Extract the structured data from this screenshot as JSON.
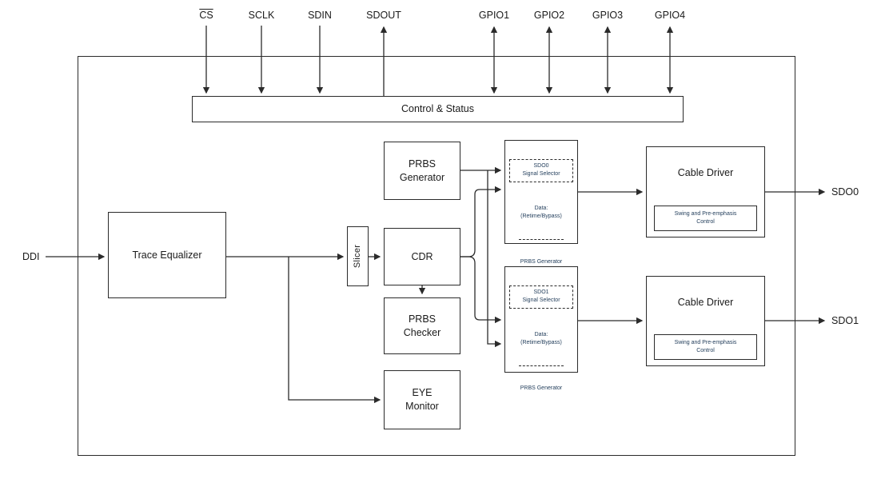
{
  "colors": {
    "line": "#2b2b2b",
    "small_text": "#26415e",
    "text": "#1a1a1a"
  },
  "pins": {
    "cs": "CS",
    "sclk": "SCLK",
    "sdin": "SDIN",
    "sdout": "SDOUT",
    "gpio1": "GPIO1",
    "gpio2": "GPIO2",
    "gpio3": "GPIO3",
    "gpio4": "GPIO4"
  },
  "ports": {
    "ddi": "DDI",
    "sdo0": "SDO0",
    "sdo1": "SDO1"
  },
  "blocks": {
    "control_status": "Control & Status",
    "trace_equalizer": "Trace Equalizer",
    "slicer": "Slicer",
    "prbs_generator": "PRBS\nGenerator",
    "cdr": "CDR",
    "prbs_checker": "PRBS\nChecker",
    "eye_monitor": "EYE\nMonitor",
    "cable_driver": "Cable Driver",
    "swing_control": "Swing and Pre-emphasis\nControl"
  },
  "selectors": {
    "sdo0": {
      "header": "SDO0\nSignal Selector",
      "data": "Data:\n(Retime/Bypass)",
      "prbs": "PRBS Generator"
    },
    "sdo1": {
      "header": "SDO1\nSignal Selector",
      "data": "Data:\n(Retime/Bypass)",
      "prbs": "PRBS Generator"
    }
  }
}
